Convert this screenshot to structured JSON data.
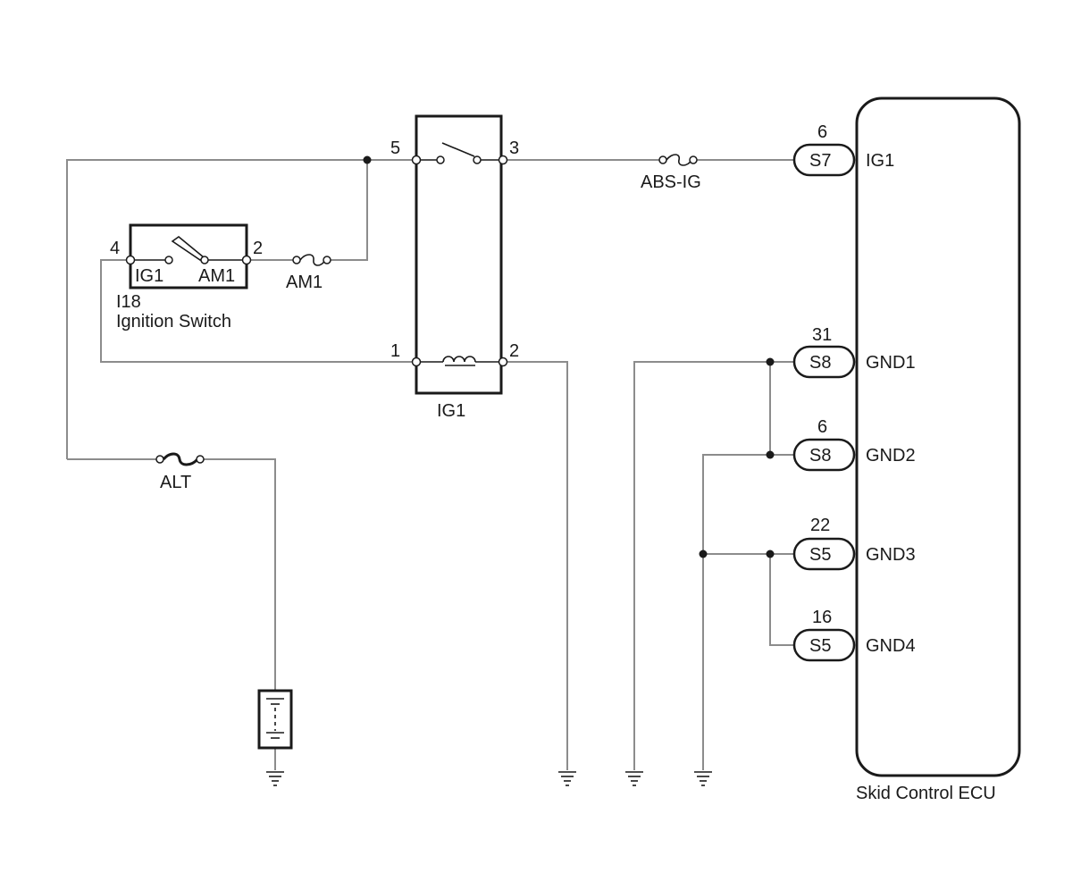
{
  "relay": {
    "name": "IG1",
    "pins": {
      "p5": "5",
      "p3": "3",
      "p1": "1",
      "p2": "2"
    }
  },
  "ignition_switch": {
    "code": "I18",
    "name": "Ignition Switch",
    "pins": {
      "p4": "4",
      "p2": "2"
    },
    "contacts": {
      "ig1": "IG1",
      "am1": "AM1"
    }
  },
  "fuses": {
    "abs_ig": "ABS-IG",
    "am1": "AM1",
    "alt": "ALT"
  },
  "ecu": {
    "name": "Skid Control ECU",
    "connectors": [
      {
        "pin": "6",
        "connector": "S7",
        "signal": "IG1"
      },
      {
        "pin": "31",
        "connector": "S8",
        "signal": "GND1"
      },
      {
        "pin": "6",
        "connector": "S8",
        "signal": "GND2"
      },
      {
        "pin": "22",
        "connector": "S5",
        "signal": "GND3"
      },
      {
        "pin": "16",
        "connector": "S5",
        "signal": "GND4"
      }
    ]
  }
}
